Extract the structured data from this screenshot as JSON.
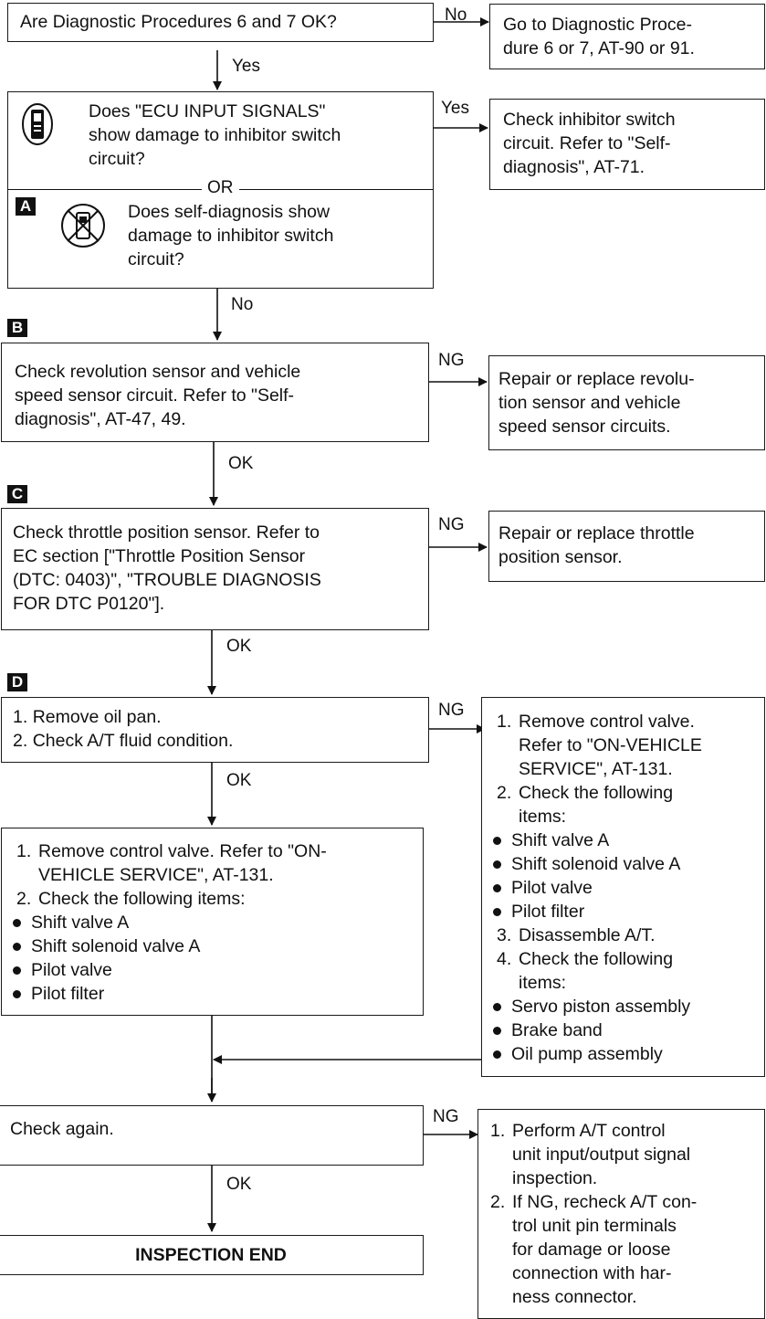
{
  "q1": {
    "text": "Are Diagnostic Procedures 6 and 7 OK?"
  },
  "r1": {
    "lines": [
      "Go to Diagnostic Proce-",
      "dure 6 or 7, AT-90 or 91."
    ]
  },
  "labels": {
    "no1": "No",
    "yes1": "Yes",
    "yes2": "Yes",
    "no2": "No",
    "ng1": "NG",
    "ok1": "OK",
    "ng2": "NG",
    "ok2": "OK",
    "ng3": "NG",
    "ok3": "OK",
    "ng4": "NG",
    "ok4": "OK",
    "or": "OR"
  },
  "q2": {
    "consult_lines": [
      "Does \"ECU INPUT SIGNALS\"",
      "show damage to inhibitor switch",
      "circuit?"
    ],
    "self_lines": [
      "Does self-diagnosis show",
      "damage to inhibitor switch",
      "circuit?"
    ],
    "badge": "A"
  },
  "r2": {
    "lines": [
      "Check inhibitor switch",
      "circuit. Refer to \"Self-",
      "diagnosis\", AT-71."
    ]
  },
  "q3": {
    "badge": "B",
    "lines": [
      "Check revolution sensor and vehicle",
      "speed sensor circuit. Refer to \"Self-",
      "diagnosis\", AT-47, 49."
    ]
  },
  "r3": {
    "lines": [
      "Repair or replace revolu-",
      "tion sensor and vehicle",
      "speed sensor circuits."
    ]
  },
  "q4": {
    "badge": "C",
    "lines": [
      "Check throttle position sensor. Refer to",
      "EC section [\"Throttle Position Sensor",
      "(DTC: 0403)\", \"TROUBLE DIAGNOSIS",
      "FOR DTC P0120\"]."
    ]
  },
  "r4": {
    "lines": [
      "Repair or replace throttle",
      "position sensor."
    ]
  },
  "q5": {
    "badge": "D",
    "items": [
      "Remove oil pan.",
      "Check A/T fluid condition."
    ]
  },
  "r5": {
    "n1": "Remove control valve.",
    "n1_cont": [
      "Refer to \"ON-VEHICLE",
      "SERVICE\", AT-131."
    ],
    "n2": "Check the following",
    "n2_cont": "items:",
    "bullets_a": [
      "Shift valve A",
      "Shift solenoid valve A",
      "Pilot valve",
      "Pilot filter"
    ],
    "n3": "Disassemble A/T.",
    "n4": "Check the following",
    "n4_cont": "items:",
    "bullets_b": [
      "Servo piston assembly",
      "Brake band",
      "Oil pump assembly"
    ]
  },
  "q6": {
    "n1": "Remove control valve. Refer to \"ON-",
    "n1_cont": "VEHICLE SERVICE\", AT-131.",
    "n2": "Check the following items:",
    "bullets": [
      "Shift valve A",
      "Shift solenoid valve A",
      "Pilot valve",
      "Pilot filter"
    ]
  },
  "q7": {
    "text": "Check again."
  },
  "r7": {
    "n1_lines": [
      "Perform A/T control",
      "unit input/output signal",
      "inspection."
    ],
    "n2_lines": [
      "If NG, recheck A/T con-",
      "trol unit pin terminals",
      "for damage or loose",
      "connection with har-",
      "ness connector."
    ]
  },
  "end": {
    "text": "INSPECTION END"
  }
}
